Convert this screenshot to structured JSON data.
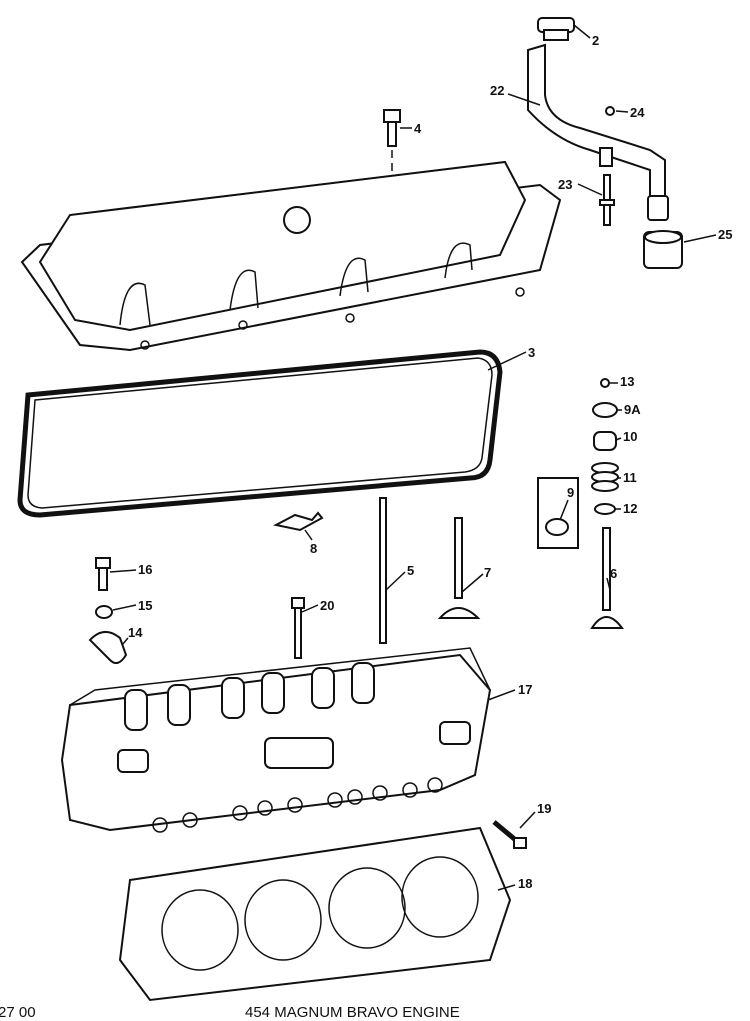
{
  "diagram": {
    "caption": "454 MAGNUM BRAVO ENGINE",
    "figure_code": "27 00",
    "callouts": {
      "c2": "2",
      "c22": "22",
      "c24": "24",
      "c4": "4",
      "c23": "23",
      "c25": "25",
      "c3": "3",
      "c13": "13",
      "c9a": "9A",
      "c10": "10",
      "c11": "11",
      "c12": "12",
      "c9": "9",
      "c8": "8",
      "c16": "16",
      "c5": "5",
      "c7": "7",
      "c6": "6",
      "c15": "15",
      "c20": "20",
      "c14": "14",
      "c17": "17",
      "c19": "19",
      "c18": "18"
    }
  }
}
